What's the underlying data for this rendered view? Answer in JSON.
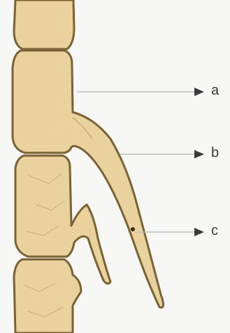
{
  "labels": {
    "a": "a",
    "b": "b",
    "c": "c"
  },
  "colors": {
    "background": "#f7f7f5",
    "tissue_fill": "#ead39f",
    "tissue_fill_light": "#f0dcac",
    "tissue_outline": "#7a6235",
    "pointer_line": "#bdbdbd",
    "arrowhead": "#3a3a3a"
  }
}
